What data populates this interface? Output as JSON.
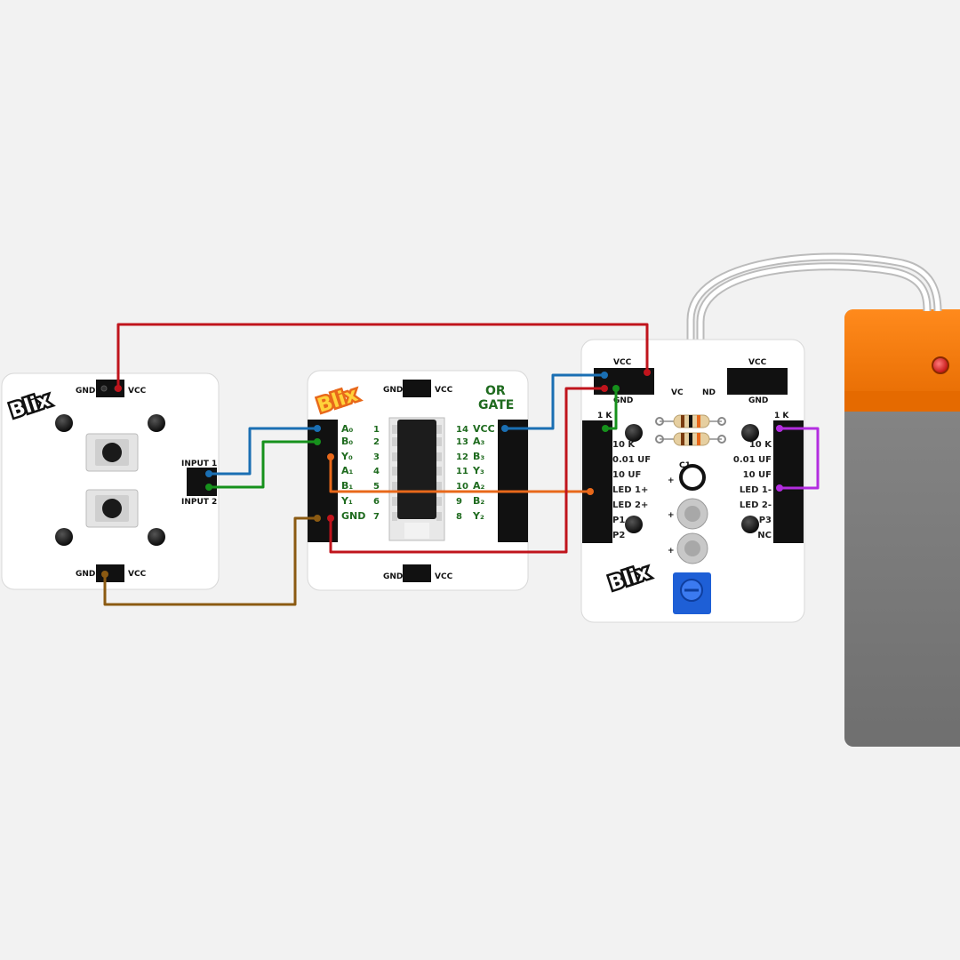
{
  "colors": {
    "wire_red": "#c0141c",
    "wire_blue": "#1a6fb3",
    "wire_green": "#16911c",
    "wire_orange": "#e8681a",
    "wire_brown": "#8b5a12",
    "wire_purple": "#b32de0",
    "battery_orange": "#f07408",
    "battery_body": "#7a7a7a",
    "pot_blue": "#1e5fd6"
  },
  "logo_text": "Blix",
  "switch_board": {
    "top_gnd": "GND",
    "top_vcc": "VCC",
    "bottom_gnd": "GND",
    "bottom_vcc": "VCC",
    "input1": "INPUT 1",
    "input2": "INPUT 2"
  },
  "or_gate_board": {
    "top_gnd": "GND",
    "top_vcc": "VCC",
    "bottom_gnd": "GND",
    "bottom_vcc": "VCC",
    "title_line1": "OR",
    "title_line2": "GATE",
    "left_pins": [
      {
        "label": "A₀",
        "num": "1"
      },
      {
        "label": "B₀",
        "num": "2"
      },
      {
        "label": "Y₀",
        "num": "3"
      },
      {
        "label": "A₁",
        "num": "4"
      },
      {
        "label": "B₁",
        "num": "5"
      },
      {
        "label": "Y₁",
        "num": "6"
      },
      {
        "label": "GND",
        "num": "7"
      }
    ],
    "right_pins": [
      {
        "label": "VCC",
        "num": "14"
      },
      {
        "label": "A₃",
        "num": "13"
      },
      {
        "label": "B₃",
        "num": "12"
      },
      {
        "label": "Y₃",
        "num": "11"
      },
      {
        "label": "A₂",
        "num": "10"
      },
      {
        "label": "B₂",
        "num": "9"
      },
      {
        "label": "Y₂",
        "num": "8"
      }
    ]
  },
  "led_board": {
    "vcc_left": "VCC",
    "gnd_left": "GND",
    "vcc_right": "VCC",
    "gnd_right": "GND",
    "vc": "VC",
    "nd": "ND",
    "c1": "C1",
    "left_header": "1 K",
    "left_labels": [
      "10 K",
      "0.01 UF",
      "10 UF",
      "LED 1+",
      "LED 2+",
      "P1",
      "P2"
    ],
    "right_header": "1 K",
    "right_labels": [
      "10 K",
      "0.01 UF",
      "10 UF",
      "LED 1-",
      "LED 2-",
      "P3",
      "NC"
    ],
    "plus": "+"
  }
}
